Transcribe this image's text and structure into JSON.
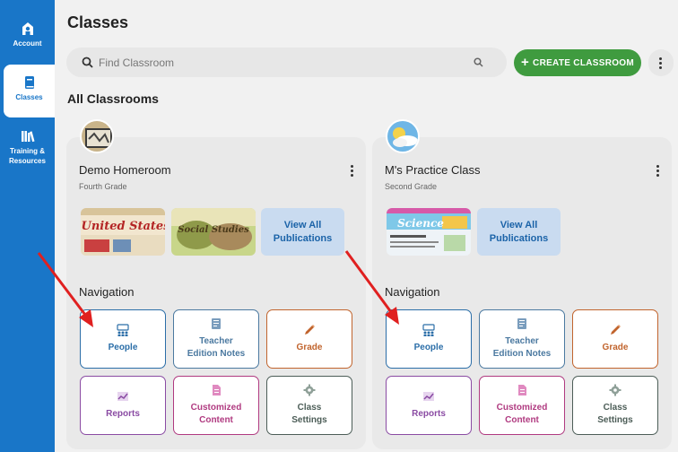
{
  "sidebar": {
    "items": [
      {
        "label": "Account",
        "icon": "account-icon"
      },
      {
        "label": "Classes",
        "icon": "book-icon",
        "active": true
      },
      {
        "label": "Training & Resources",
        "icon": "library-icon"
      }
    ]
  },
  "header": {
    "title": "Classes",
    "search_placeholder": "Find Classroom",
    "create_label": "CREATE CLASSROOM"
  },
  "section_title": "All Classrooms",
  "classes": [
    {
      "name": "Demo Homeroom",
      "grade": "Fourth Grade",
      "view_all": "View All Publications",
      "nav_title": "Navigation",
      "tiles": {
        "people": "People",
        "notes": "Teacher Edition Notes",
        "grade": "Grade",
        "reports": "Reports",
        "custom": "Customized Content",
        "settings": "Class Settings"
      }
    },
    {
      "name": "M's Practice Class",
      "grade": "Second Grade",
      "view_all": "View All Publications",
      "nav_title": "Navigation",
      "tiles": {
        "people": "People",
        "notes": "Teacher Edition Notes",
        "grade": "Grade",
        "reports": "Reports",
        "custom": "Customized Content",
        "settings": "Class Settings"
      }
    }
  ],
  "colors": {
    "sidebar": "#1976c8",
    "create_button": "#3f9b3f",
    "annotation_arrow": "#e02020"
  }
}
